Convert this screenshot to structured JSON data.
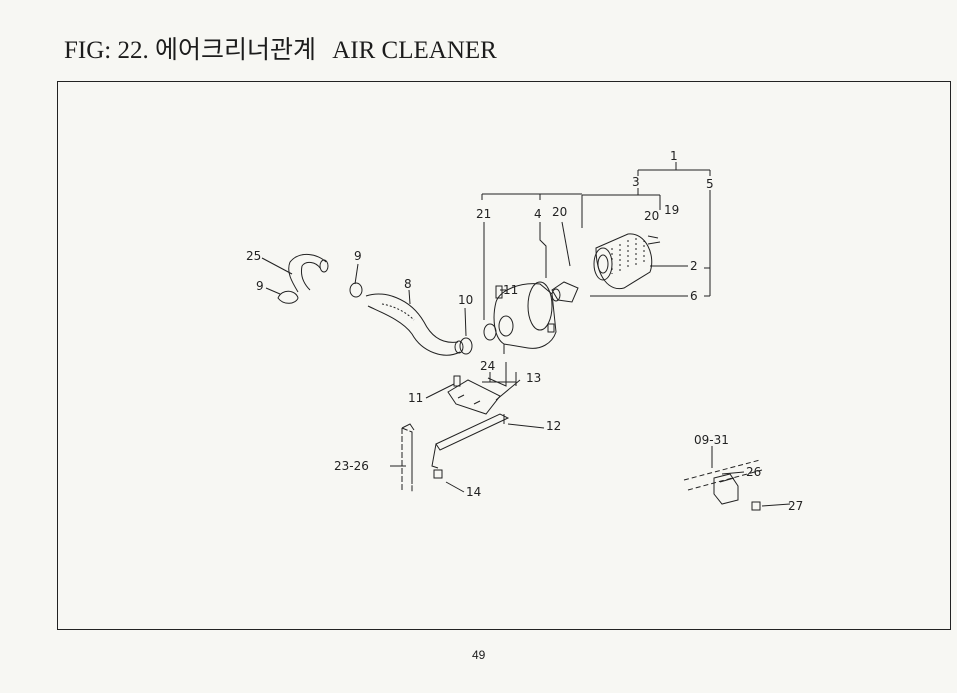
{
  "title": {
    "fig_label": "FIG:",
    "fig_number": "22.",
    "korean_name": "에어크리너관계",
    "english_name": "AIR CLEANER"
  },
  "callouts": {
    "c1": "1",
    "c3": "3",
    "c5": "5",
    "c19": "19",
    "c20a": "20",
    "c21": "21",
    "c4": "4",
    "c20b": "20",
    "c2": "2",
    "c6": "6",
    "c25": "25",
    "c9a": "9",
    "c9b": "9",
    "c8": "8",
    "c10": "10",
    "c11a": "11",
    "c24": "24",
    "c13": "13",
    "c11b": "11",
    "c12": "12",
    "c23_26": "23-26",
    "c14": "14",
    "c09_31": "09-31",
    "c26": "26",
    "c27": "27"
  },
  "page_number": "49"
}
